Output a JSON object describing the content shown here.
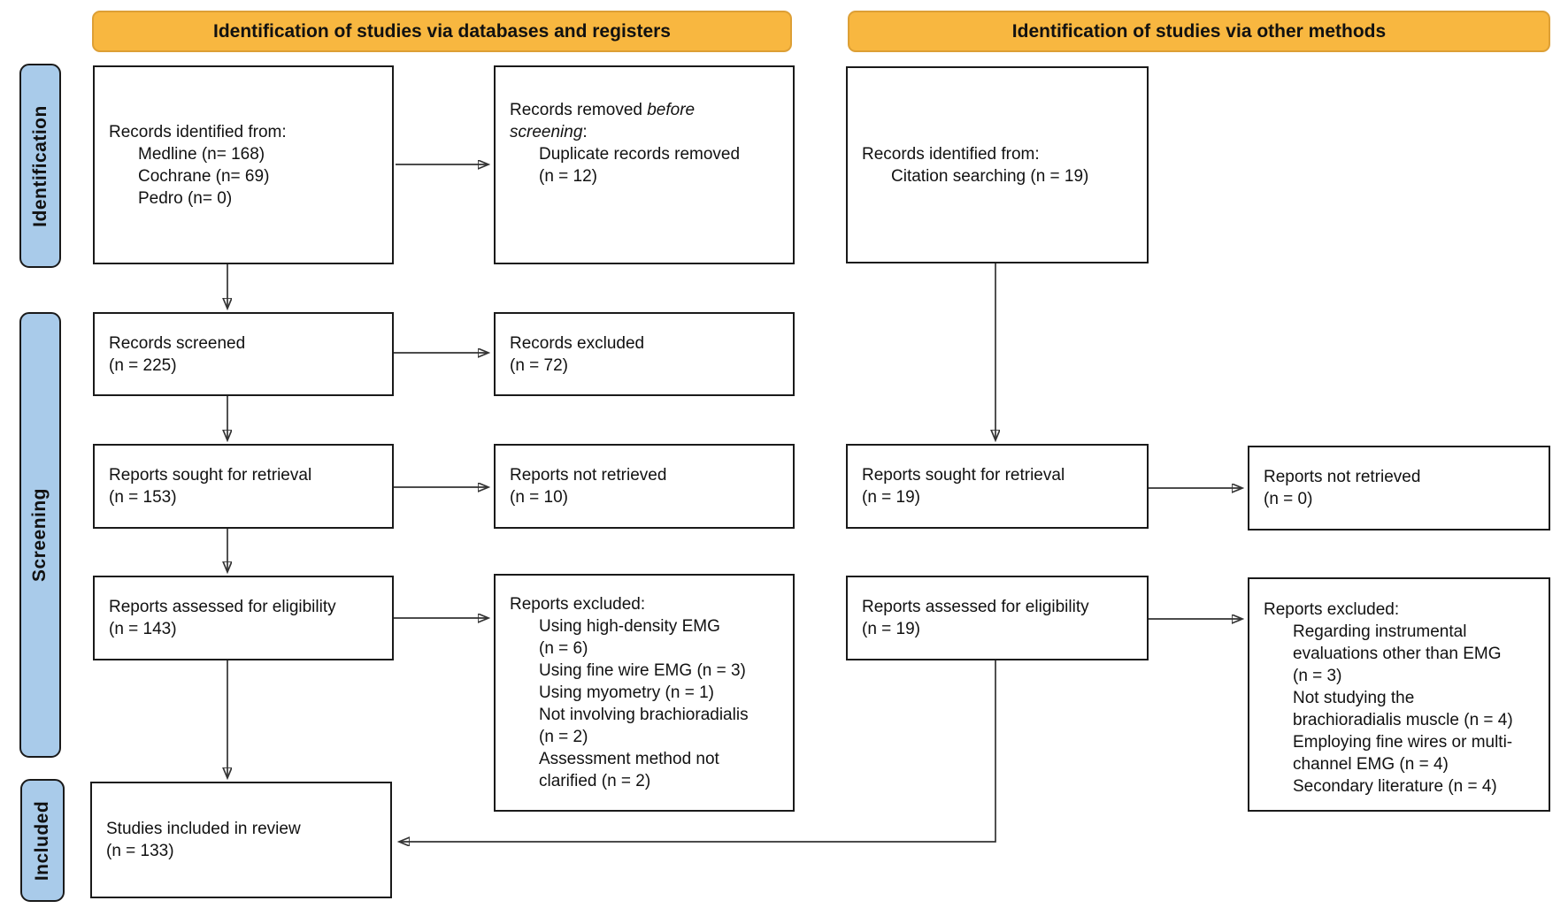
{
  "title_banners": {
    "databases": "Identification of studies via databases and registers",
    "other": "Identification of studies via other methods"
  },
  "stage_labels": {
    "identification": "Identification",
    "screening": "Screening",
    "included": "Included"
  },
  "colors": {
    "banner_fill": "#F8B740",
    "banner_border": "#DD9F35",
    "stage_fill": "#A9CBEA",
    "stage_border": "#1A1A1A",
    "box_border": "#1A1A1A",
    "arrow": "#333333",
    "text": "#111111"
  },
  "boxes": {
    "records_identified_databases": {
      "lines": [
        {
          "text": "Records identified from:",
          "indent": 0
        },
        {
          "text": "Medline (n= 168)",
          "indent": 1
        },
        {
          "text": "Cochrane (n= 69)",
          "indent": 1
        },
        {
          "text": "Pedro (n= 0)",
          "indent": 1
        }
      ]
    },
    "records_removed": {
      "lines": [
        {
          "indent": 0,
          "segments": [
            {
              "text": "Records removed ",
              "italic": false
            },
            {
              "text": "before",
              "italic": true
            }
          ]
        },
        {
          "indent": 0,
          "segments": [
            {
              "text": "screening",
              "italic": true
            },
            {
              "text": ":",
              "italic": false
            }
          ]
        },
        {
          "text": "Duplicate records removed",
          "indent": 1
        },
        {
          "text": "(n = 12)",
          "indent": 1
        }
      ]
    },
    "records_identified_other": {
      "lines": [
        {
          "text": "Records identified from:",
          "indent": 0
        },
        {
          "text": "Citation searching (n = 19)",
          "indent": 1
        }
      ]
    },
    "records_screened": {
      "lines": [
        {
          "text": "Records screened",
          "indent": 0
        },
        {
          "text": "(n = 225)",
          "indent": 0
        }
      ]
    },
    "records_excluded": {
      "lines": [
        {
          "text": "Records excluded",
          "indent": 0
        },
        {
          "text": "(n = 72)",
          "indent": 0
        }
      ]
    },
    "reports_sought_db": {
      "lines": [
        {
          "text": "Reports sought for retrieval",
          "indent": 0
        },
        {
          "text": "(n = 153)",
          "indent": 0
        }
      ]
    },
    "reports_not_retrieved_db": {
      "lines": [
        {
          "text": "Reports not retrieved",
          "indent": 0
        },
        {
          "text": "(n = 10)",
          "indent": 0
        }
      ]
    },
    "reports_sought_other": {
      "lines": [
        {
          "text": "Reports sought for retrieval",
          "indent": 0
        },
        {
          "text": "(n = 19)",
          "indent": 0
        }
      ]
    },
    "reports_not_retrieved_other": {
      "lines": [
        {
          "text": "Reports not retrieved",
          "indent": 0
        },
        {
          "text": "(n = 0)",
          "indent": 0
        }
      ]
    },
    "reports_assessed_db": {
      "lines": [
        {
          "text": "Reports assessed for eligibility",
          "indent": 0
        },
        {
          "text": "(n = 143)",
          "indent": 0
        }
      ]
    },
    "reports_excluded_db": {
      "lines": [
        {
          "text": "Reports excluded:",
          "indent": 0
        },
        {
          "text": "Using high-density EMG",
          "indent": 1
        },
        {
          "text": "(n = 6)",
          "indent": 1
        },
        {
          "text": "Using fine wire EMG (n = 3)",
          "indent": 1
        },
        {
          "text": "Using myometry (n = 1)",
          "indent": 1
        },
        {
          "text": "Not involving brachioradialis",
          "indent": 1
        },
        {
          "text": "(n = 2)",
          "indent": 1
        },
        {
          "text": "Assessment method not",
          "indent": 1
        },
        {
          "text": "clarified (n = 2)",
          "indent": 1
        }
      ]
    },
    "reports_assessed_other": {
      "lines": [
        {
          "text": "Reports assessed for eligibility",
          "indent": 0
        },
        {
          "text": "(n = 19)",
          "indent": 0
        }
      ]
    },
    "reports_excluded_other": {
      "lines": [
        {
          "text": "Reports excluded:",
          "indent": 0
        },
        {
          "text": "Regarding instrumental",
          "indent": 1
        },
        {
          "text": "evaluations other than EMG",
          "indent": 1
        },
        {
          "text": "(n = 3)",
          "indent": 1
        },
        {
          "text": "Not studying the",
          "indent": 1
        },
        {
          "text": "brachioradialis muscle (n = 4)",
          "indent": 1
        },
        {
          "text": "Employing fine wires or multi-",
          "indent": 1
        },
        {
          "text": "channel EMG (n = 4)",
          "indent": 1
        },
        {
          "text": "Secondary literature (n = 4)",
          "indent": 1
        }
      ]
    },
    "studies_included": {
      "lines": [
        {
          "text": "Studies included in review",
          "indent": 0
        },
        {
          "text": "(n = 133)",
          "indent": 0
        }
      ]
    }
  }
}
